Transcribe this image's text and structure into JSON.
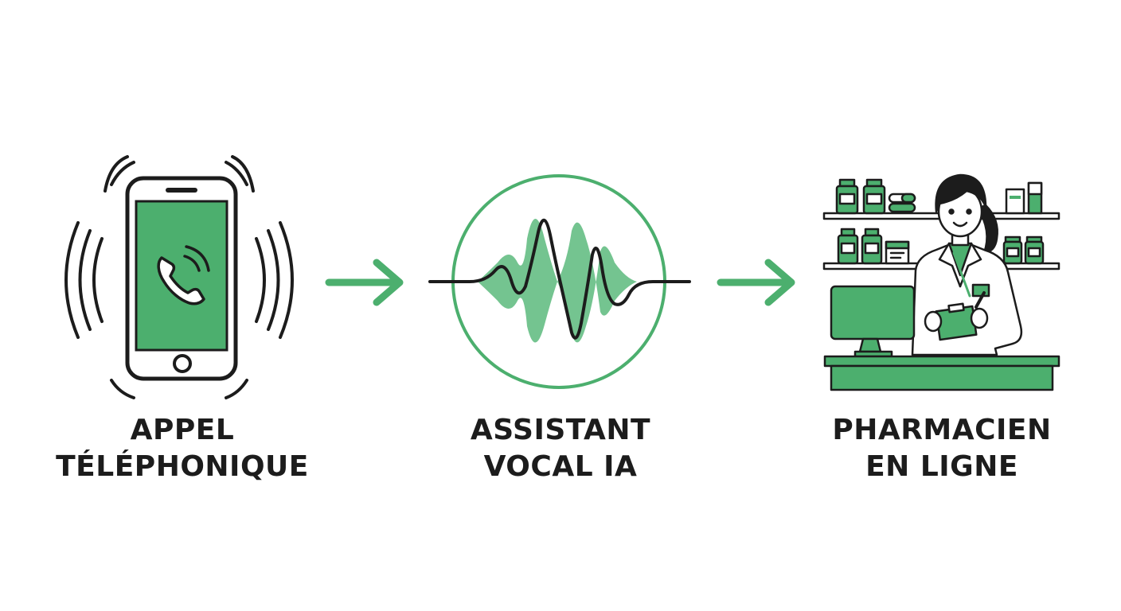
{
  "steps": [
    {
      "id": "call",
      "line1": "APPEL",
      "line2": "TÉLÉPHONIQUE",
      "icon": "phone-ringing-icon"
    },
    {
      "id": "ai",
      "line1": "ASSISTANT",
      "line2": "VOCAL IA",
      "icon": "voice-wave-icon"
    },
    {
      "id": "pharm",
      "line1": "PHARMACIEN",
      "line2": "EN LIGNE",
      "icon": "pharmacist-icon"
    }
  ],
  "colors": {
    "accent": "#4caf6e",
    "accent_dark": "#3e9a5d",
    "ink": "#1c1c1c",
    "background": "#ffffff"
  }
}
